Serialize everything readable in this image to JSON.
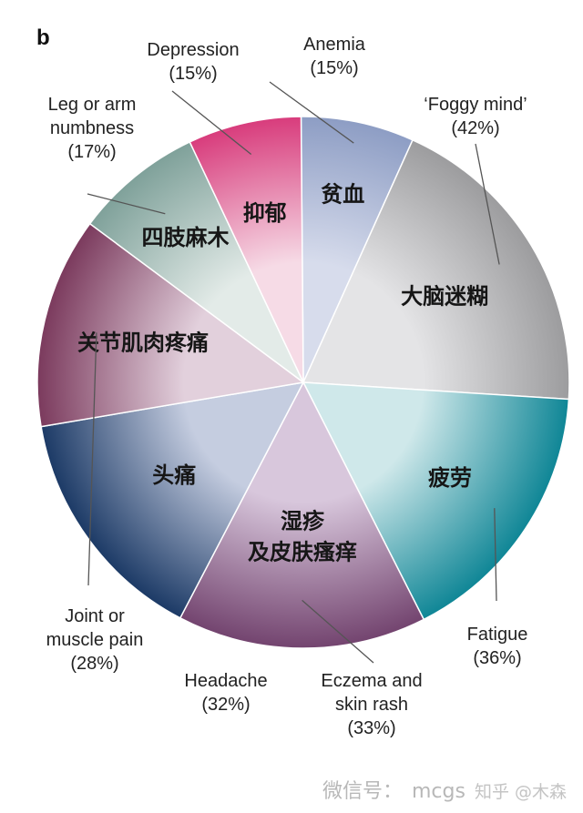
{
  "chart_data": {
    "type": "pie",
    "panel_label": "b",
    "slices": [
      {
        "label": "Anemia",
        "zh": "贫血",
        "pct": 15,
        "value": "(15%)",
        "color": "#8d9dc4",
        "centre": "#d7dcec"
      },
      {
        "label": "'Foggy mind'",
        "zh": "大脑迷糊",
        "pct": 42,
        "value": "(42%)",
        "color": "#9c9c9e",
        "centre": "#e4e4e6"
      },
      {
        "label": "Fatigue",
        "zh": "疲劳",
        "pct": 36,
        "value": "(36%)",
        "color": "#0f8696",
        "centre": "#cfe8ea"
      },
      {
        "label": "Eczema and skin rash",
        "zh": "湿疹 及皮肤瘙痒",
        "pct": 33,
        "value": "(33%)",
        "color": "#73446f",
        "centre": "#d8c7dc"
      },
      {
        "label": "Headache",
        "zh": "头痛",
        "pct": 32,
        "value": "(32%)",
        "color": "#1c3a66",
        "centre": "#c5cde0"
      },
      {
        "label": "Joint or muscle pain",
        "zh": "关节肌肉疼痛",
        "pct": 28,
        "value": "(28%)",
        "color": "#7b3a5d",
        "centre": "#e2d0dc"
      },
      {
        "label": "Leg or arm numbness",
        "zh": "四肢麻木",
        "pct": 17,
        "value": "(17%)",
        "color": "#7fa19a",
        "centre": "#e3ebe8"
      },
      {
        "label": "Depression",
        "zh": "抑郁",
        "pct": 15,
        "value": "(15%)",
        "color": "#d83c7c",
        "centre": "#f6dbe6"
      }
    ]
  },
  "callouts": {
    "anemia": {
      "l1": "Anemia",
      "l2": "(15%)"
    },
    "foggy": {
      "l1": "‘Foggy mind’",
      "l2": "(42%)"
    },
    "fatigue": {
      "l1": "Fatigue",
      "l2": "(36%)"
    },
    "eczema": {
      "l1": "Eczema and",
      "l2": "skin rash",
      "l3": "(33%)"
    },
    "headache": {
      "l1": "Headache",
      "l2": "(32%)"
    },
    "joint": {
      "l1": "Joint or",
      "l2": "muscle pain",
      "l3": "(28%)"
    },
    "numb": {
      "l1": "Leg or arm",
      "l2": "numbness",
      "l3": "(17%)"
    },
    "depression": {
      "l1": "Depression",
      "l2": "(15%)"
    }
  },
  "watermark": {
    "left": "微信号：",
    "middle": "mcgs",
    "right": "知乎 @木森"
  }
}
